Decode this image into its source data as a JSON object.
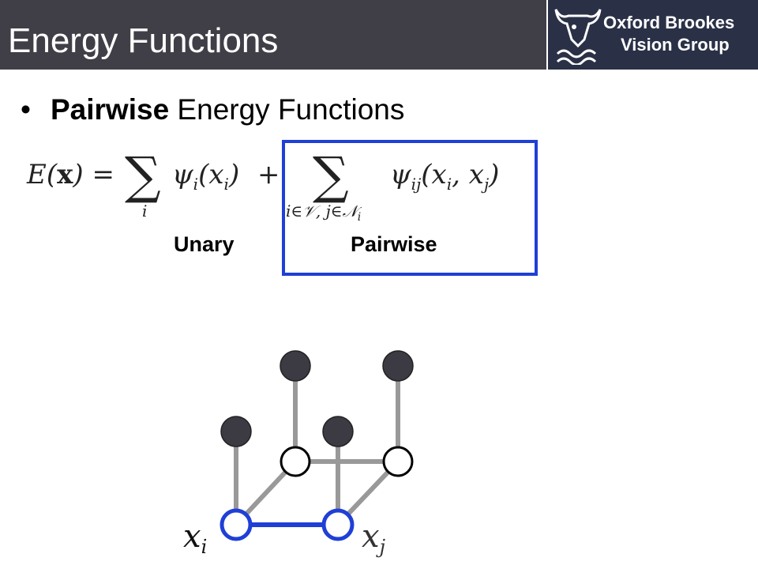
{
  "slide": {
    "title": "Energy Functions",
    "bullet": {
      "bold": "Pairwise",
      "rest": " Energy Functions"
    }
  },
  "logo": {
    "line1": "Oxford Brookes",
    "line2": "Vision Group",
    "icon": "bull-head-and-waves-icon"
  },
  "equation": {
    "lhs": "E(x) =",
    "sum1_index": "i",
    "term1": "ψi(xi)",
    "plus": "+",
    "sum2_index": "i∈V, j∈Ni",
    "term2": "ψij(xi, xj)"
  },
  "labels": {
    "unary": "Unary",
    "pairwise": "Pairwise"
  },
  "graph": {
    "node_labels": {
      "xi": "xi",
      "xj": "xj"
    }
  },
  "colors": {
    "title_bar": "#403f47",
    "logo_bg": "#2a3147",
    "highlight_blue": "#1f3fd6",
    "edge_gray": "#999999",
    "observed_node": "#3c3b44"
  }
}
